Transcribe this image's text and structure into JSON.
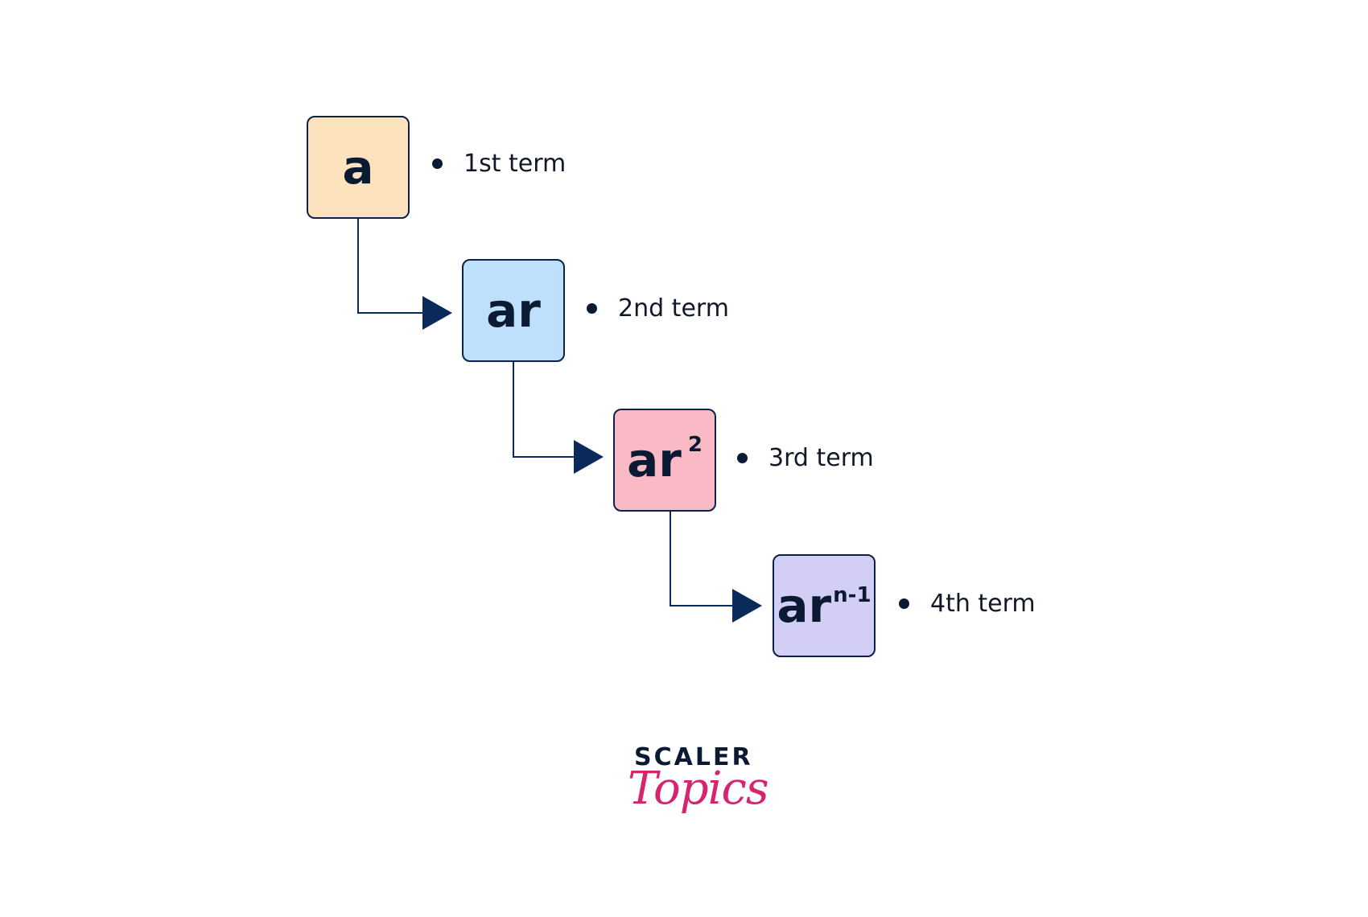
{
  "steps": [
    {
      "base": "a",
      "exponent": "",
      "term_label": "1st term",
      "fill": "#fde3bd"
    },
    {
      "base": "ar",
      "exponent": "",
      "term_label": "2nd term",
      "fill": "#bfe0fd"
    },
    {
      "base": "ar",
      "exponent": "2",
      "term_label": "3rd term",
      "fill": "#f9bac6"
    },
    {
      "base": "ar",
      "exponent": "n-1",
      "term_label": "4th term",
      "fill": "#d3cef5"
    }
  ],
  "colors": {
    "outline": "#0b2147",
    "arrow": "#0b2a5c",
    "text": "#0b1a33",
    "brand_accent": "#d6246e"
  },
  "brand": {
    "top": "SCALER",
    "bottom": "Topics"
  }
}
